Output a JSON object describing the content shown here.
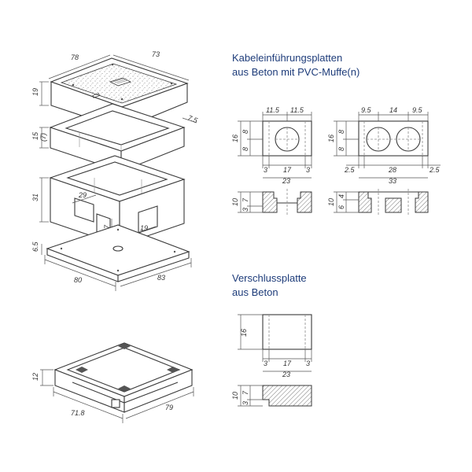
{
  "headings": {
    "cable_plates_line1": "Kabeleinführungsplatten",
    "cable_plates_line2": "aus Beton mit PVC-Muffe(n)",
    "closure_plate_line1": "Verschlussplatte",
    "closure_plate_line2": "aus Beton"
  },
  "iso_top": {
    "lid_length": "78",
    "lid_width": "73",
    "lid_height": "19",
    "frame_height": "15",
    "frame_height_sub": "(7)",
    "frame_wall": "7.5",
    "box_height": "31",
    "inner_opening": "29",
    "opening_height": "17",
    "opening_width": "19",
    "base_height": "6.5",
    "base_length": "80",
    "base_width": "83"
  },
  "iso_bottom": {
    "height": "12",
    "length": "71.8",
    "width": "79"
  },
  "plate_single": {
    "top_left": "11.5",
    "top_right": "11.5",
    "height_total": "16",
    "height_a": "8",
    "height_b": "8",
    "edge_left": "3",
    "center": "17",
    "edge_right": "3",
    "total_width": "23",
    "section_total": "10",
    "section_a": "7",
    "section_b": "3"
  },
  "plate_double": {
    "top_left": "9.5",
    "top_mid": "14",
    "top_right": "9.5",
    "height_total": "16",
    "height_a": "8",
    "height_b": "8",
    "edge_left": "2.5",
    "center": "28",
    "edge_right": "2.5",
    "total_width": "33",
    "section_total": "10",
    "section_a": "4",
    "section_b": "6"
  },
  "closure": {
    "height_total": "16",
    "edge_left": "3",
    "center": "17",
    "edge_right": "3",
    "total_width": "23",
    "section_total": "10",
    "section_a": "7",
    "section_b": "3"
  }
}
